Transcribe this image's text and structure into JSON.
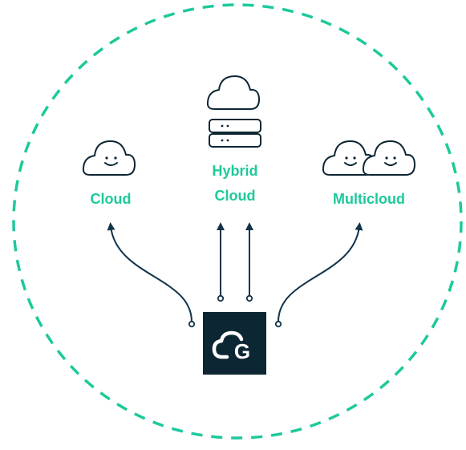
{
  "diagram": {
    "nodes": {
      "cloud": {
        "label": "Cloud",
        "icon": "smiling-cloud-icon"
      },
      "hybrid_cloud": {
        "label_line1": "Hybrid",
        "label_line2": "Cloud",
        "icon": "cloud-with-server-icon"
      },
      "multicloud": {
        "label": "Multicloud",
        "icon": "two-smiling-clouds-icon"
      },
      "center": {
        "logo_text": "CG",
        "icon": "cloud-g-logo-icon"
      }
    },
    "connectors": [
      {
        "from": "center",
        "to": "cloud"
      },
      {
        "from": "center",
        "to": "hybrid_cloud"
      },
      {
        "from": "center",
        "to": "hybrid_cloud"
      },
      {
        "from": "center",
        "to": "multicloud"
      }
    ],
    "colors": {
      "accent_green": "#1dc99b",
      "dark_navy": "#0d2633",
      "line_navy": "#12334a",
      "background": "#ffffff"
    }
  }
}
